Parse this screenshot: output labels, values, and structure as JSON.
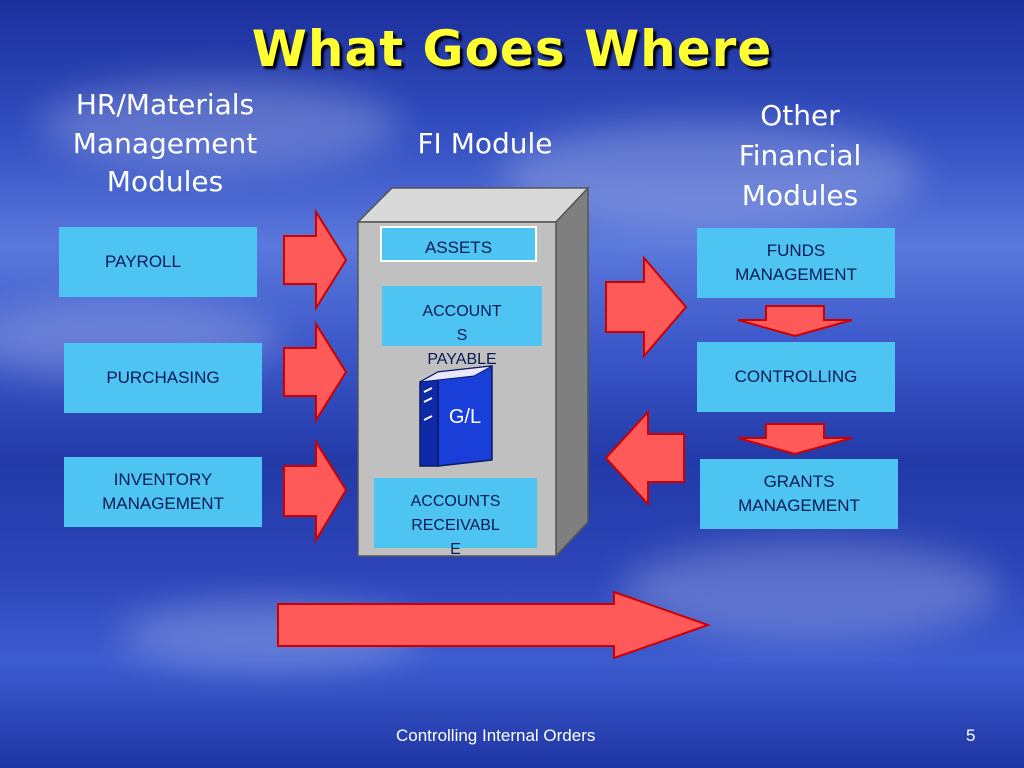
{
  "slide": {
    "title": "What Goes Where",
    "page_number": "5",
    "footer": "Controlling Internal Orders"
  },
  "left_column": {
    "heading_lines": [
      "HR/Materials",
      "Management",
      "Modules"
    ],
    "modules": [
      "PAYROLL",
      "PURCHASING",
      "INVENTORY MANAGEMENT"
    ]
  },
  "center_column": {
    "heading": "FI Module",
    "assets": "ASSETS",
    "payable_lines": [
      "ACCOUNT",
      "S",
      "PAYABLE"
    ],
    "receivable_lines": [
      "ACCOUNTS",
      "RECEIVABL",
      "E"
    ],
    "book_label": "G/L"
  },
  "right_column": {
    "heading_lines": [
      "Other",
      "Financial",
      "Modules"
    ],
    "modules": [
      "FUNDS MANAGEMENT",
      "CONTROLLING",
      "GRANTS MANAGEMENT"
    ]
  },
  "colors": {
    "title": "#ffff33",
    "module_box": "#4dc4f2",
    "arrow": "#ff5a5a",
    "cabinet": "#c0c0c0",
    "book": "#1a3fd8"
  },
  "icons": [
    "right-arrow-icon",
    "left-arrow-icon",
    "down-arrow-icon",
    "binder-icon"
  ]
}
